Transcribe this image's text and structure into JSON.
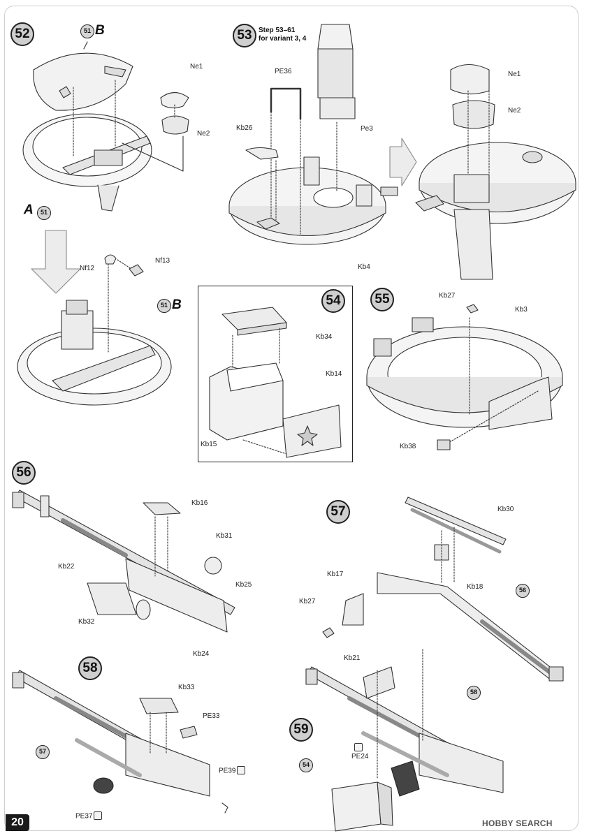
{
  "page_number": "20",
  "brand": "HOBBY SEARCH",
  "steps": {
    "s52": "52",
    "s53": "53",
    "s54": "54",
    "s55": "55",
    "s56": "56",
    "s57": "57",
    "s58": "58",
    "s59": "59"
  },
  "step53_note": {
    "line1": "Step 53–61",
    "line2": "for variant 3, 4"
  },
  "refs": {
    "r51a": "51",
    "r51b": "51",
    "r51c": "51",
    "r56": "56",
    "r57": "57",
    "r58": "58",
    "r54": "54"
  },
  "letters": {
    "B1": "B",
    "A": "A",
    "B2": "B"
  },
  "labels": {
    "ne1_a": "Ne1",
    "ne2_a": "Ne2",
    "pe36": "PE36",
    "kb26": "Kb26",
    "pe3": "Pe3",
    "kb4": "Kb4",
    "ne1_b": "Ne1",
    "ne2_b": "Ne2",
    "nf12": "Nf12",
    "nf13": "Nf13",
    "kb34": "Kb34",
    "kb14": "Kb14",
    "kb15": "Kb15",
    "kb27_a": "Kb27",
    "kb3": "Kb3",
    "kb38": "Kb38",
    "kb16": "Kb16",
    "kb31": "Kb31",
    "kb22": "Kb22",
    "kb25": "Kb25",
    "kb32": "Kb32",
    "kb24": "Kb24",
    "kb30": "Kb30",
    "kb17": "Kb17",
    "kb18": "Kb18",
    "kb27_b": "Kb27",
    "kb33": "Kb33",
    "pe33": "PE33",
    "pe39": "PE39",
    "pe37": "PE37",
    "kb21": "Kb21",
    "pe24": "PE24"
  }
}
